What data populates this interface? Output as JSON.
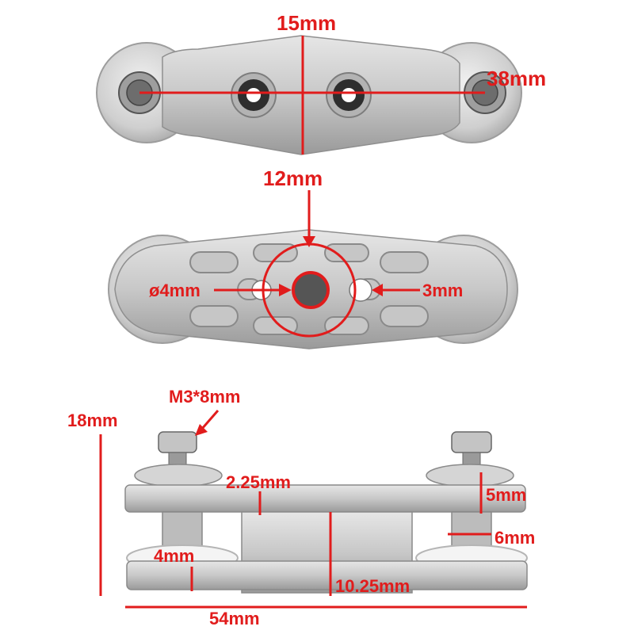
{
  "title": "",
  "colors": {
    "dimension_red": "#e11c1c",
    "metal_light": "#d9d9d9",
    "metal_mid": "#b9b9b9",
    "metal_dark": "#8e8e8e",
    "background": "#ffffff"
  },
  "views": {
    "top_view": {
      "labels": {
        "width": "15mm",
        "length": "38mm"
      }
    },
    "bottom_view": {
      "labels": {
        "width": "12mm",
        "center_hole": "ø4mm",
        "side_hole": "3mm"
      }
    },
    "side_view": {
      "labels": {
        "screw": "M3*8mm",
        "height": "18mm",
        "plate_thickness": "2.25mm",
        "washer_gap": "5mm",
        "roller_diameter": "6mm",
        "roller_width": "4mm",
        "block_height": "10.25mm",
        "total_length": "54mm"
      }
    }
  }
}
